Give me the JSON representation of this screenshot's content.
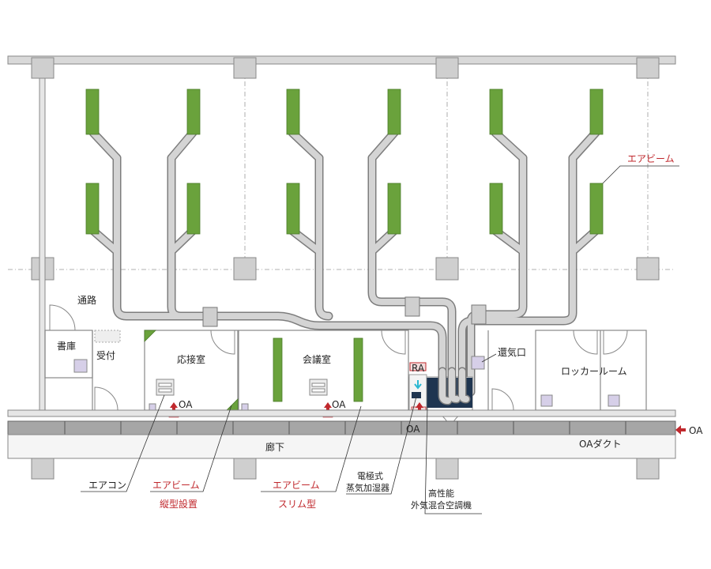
{
  "rooms": {
    "passage": "通路",
    "storage": "書庫",
    "reception": "受付",
    "reception_room": "応接室",
    "meeting_room": "会議室",
    "locker_room": "ロッカールーム",
    "corridor": "廊下"
  },
  "labels": {
    "ra": "RA",
    "return_air_outlet": "還気口",
    "oa_duct": "OAダクト",
    "oa_arrow": "OA",
    "oa_reception": "OA",
    "oa_meeting": "OA",
    "oa_unit": "OA"
  },
  "callouts": {
    "air_beam_top": "エアビーム",
    "air_con": "エアコン",
    "air_beam_vertical": "エアビーム",
    "vertical_install": "縦型設置",
    "air_beam_slim": "エアビーム",
    "slim_type": "スリム型",
    "humidifier_line1": "電極式",
    "humidifier_line2": "蒸気加湿器",
    "ahu_line1": "高性能",
    "ahu_line2": "外気混合空調機"
  },
  "colors": {
    "air_beam": "#6aa23c",
    "duct": "#c8c8c8",
    "column": "#cfcfcf",
    "outline": "#888888",
    "accent_red": "#c0282d",
    "unit_dark": "#1f3550",
    "cyan": "#2bb8d2"
  }
}
